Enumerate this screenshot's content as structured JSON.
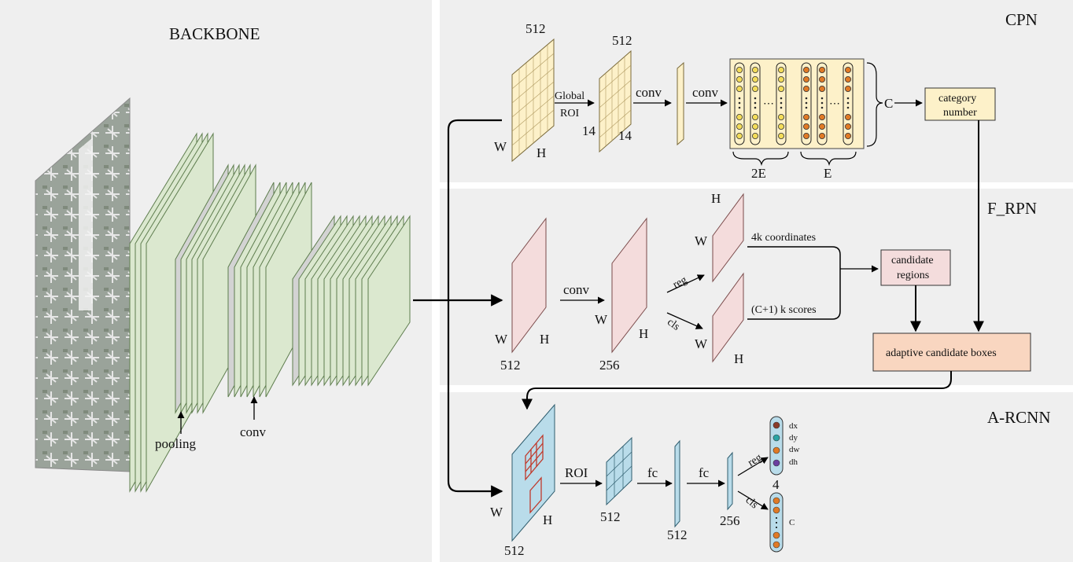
{
  "colors": {
    "panel_bg": "#efefef",
    "backbone_layer": "#dbe8cf",
    "backbone_pool_layer": "#d3d3d3",
    "cpn_map": "#fdf1c9",
    "rpn_map": "#f4dcdc",
    "rcnn_map": "#b9dcea",
    "adaptive_box": "#f9d6c0",
    "node_yellow": "#f3dc5a",
    "node_orange": "#e07a26",
    "node_teal": "#2aa5a5",
    "node_purple": "#6b3fa0",
    "roi_grid_red": "#c0392b"
  },
  "backbone": {
    "title": "BACKBONE",
    "pooling_label": "pooling",
    "conv_label": "conv",
    "input_image_icon": "aerial-airport-image"
  },
  "cpn": {
    "title": "CPN",
    "input_channels": "512",
    "input_w": "W",
    "input_h": "H",
    "roi_label_line1": "Global",
    "roi_label_line2": "ROI",
    "pooled_channels": "512",
    "pooled_w": "14",
    "pooled_h": "14",
    "conv1_label": "conv",
    "conv2_label": "conv",
    "c_label": "C",
    "brace_2e": "2E",
    "brace_e": "E",
    "category_box_line1": "category",
    "category_box_line2": "number"
  },
  "frpn": {
    "title": "F_RPN",
    "input_w": "W",
    "input_h": "H",
    "input_channels": "512",
    "conv_label": "conv",
    "mid_w": "W",
    "mid_h": "H",
    "mid_channels": "256",
    "reg_label": "reg",
    "cls_label": "cls",
    "reg_map_h": "H",
    "reg_map_w": "W",
    "cls_map_w": "W",
    "cls_map_h": "H",
    "coords_label": "4k coordinates",
    "scores_label": "(C+1) k scores",
    "candidate_line1": "candidate",
    "candidate_line2": "regions",
    "adaptive_label": "adaptive candidate boxes"
  },
  "arcnn": {
    "title": "A-RCNN",
    "input_w": "W",
    "input_h": "H",
    "input_channels": "512",
    "roi_label": "ROI",
    "pooled_channels": "512",
    "fc1_label": "fc",
    "fc1_dim": "512",
    "fc2_label": "fc",
    "fc2_dim": "256",
    "reg_label": "reg",
    "cls_label": "cls",
    "reg_outputs": [
      "dx",
      "dy",
      "dw",
      "dh"
    ],
    "reg_dim": "4",
    "cls_dim": "C"
  }
}
